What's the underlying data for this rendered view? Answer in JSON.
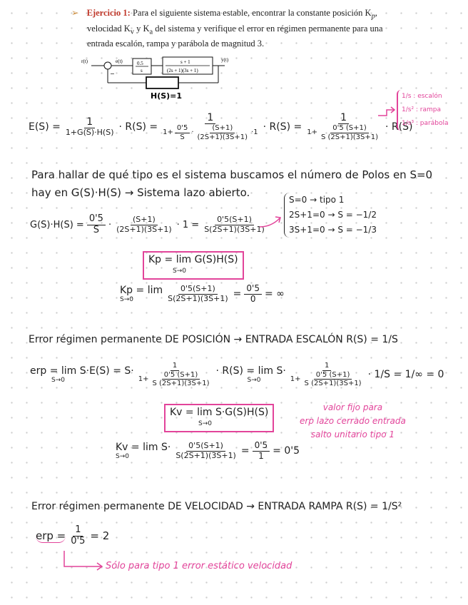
{
  "exercise": {
    "arrow": "➢",
    "label": "Ejercicio 1:",
    "line1": "Para el siguiente sistema estable, encontrar la constante posición K",
    "line1_sub": "p",
    "line1_end": ",",
    "line2_a": "velocidad K",
    "line2_sub_v": "v",
    "line2_b": " y K",
    "line2_sub_a": "a",
    "line2_c": " del sistema y verifique el error en régimen permanente para una",
    "line3": "entrada escalón, rampa y parábola de magnitud 3."
  },
  "diagram": {
    "input": "r(t)",
    "error": "e(t)",
    "output": "y(t)",
    "block1_num": "0.5",
    "block1_den": "s",
    "block2_num": "s + 1",
    "block2_den": "(2s + 1)(3s + 1)",
    "sum_sign": "−",
    "feedback_label": "H(S)=1"
  },
  "es_line": {
    "lhs": "E(S) =",
    "f1_num": "1",
    "f1_den": "1+G(S)·H(S)",
    "mid": "· R(S) =",
    "f2_num": "1",
    "f2_den_a": "1+",
    "f2_den_f_num": "0'5",
    "f2_den_f_den": "S",
    "f2_den_dot": "·",
    "f2_den_g_num": "(S+1)",
    "f2_den_g_den": "(2S+1)(3S+1)",
    "f2_den_end": "·1",
    "mid2": "· R(S) =",
    "f3_num": "1",
    "f3_den_a": "1+",
    "f3_den_f_num": "0'5 (S+1)",
    "f3_den_f_den": "S (2S+1)(3S+1)",
    "end": "· R(S)",
    "note_step": "1/s : escalón",
    "note_ramp": "1/s² : rampa",
    "note_parab": "1/s³ : parábola"
  },
  "type_text": {
    "line1": "Para hallar de qué tipo es el sistema buscamos el número de Polos en S=0",
    "line2": "hay en G(S)·H(S) → Sistema lazo abierto."
  },
  "gh_line": {
    "lhs": "G(S)·H(S) =",
    "a_num": "0'5",
    "a_den": "S",
    "b_num": "(S+1)",
    "b_den": "(2S+1)(3S+1)",
    "mid": "· 1 =",
    "c_num": "0'5(S+1)",
    "c_den": "S(2S+1)(3S+1)",
    "poles": [
      "S=0 → tipo 1",
      "2S+1=0 → S = −1/2",
      "3S+1=0 → S = −1/3"
    ]
  },
  "kp_def": "Kp = lim G(S)H(S)",
  "kp_def_sub": "S→0",
  "kp_calc": {
    "lhs": "Kp = lim",
    "sub": "S→0",
    "num": "0'5(S+1)",
    "den": "S(2S+1)(3S+1)",
    "eq": "=",
    "r_num": "0'5",
    "r_den": "0",
    "result": "= ∞"
  },
  "pos_heading": "Error régimen permanente DE POSICIÓN → ENTRADA ESCALÓN  R(S) = 1/S",
  "erp_pos": {
    "lhs": "erp = lim S·E(S) = S·",
    "sub": "S→0",
    "f_num": "1",
    "f_den_a": "1+",
    "f_den_num": "0'5 (S+1)",
    "f_den_den": "S (2S+1)(3S+1)",
    "mid": "· R(S) = lim S·",
    "sub2": "S→0",
    "g_num": "1",
    "g_den_num": "0'5 (S+1)",
    "g_den_den": "S (2S+1)(3S+1)",
    "tail": "· 1/S = 1/∞ = 0"
  },
  "kv_def": "Kv = lim S·G(S)H(S)",
  "kv_def_sub": "S→0",
  "kv_note": [
    "valor fijo para",
    "erp lazo cerrado entrada",
    "salto unitario tipo 1"
  ],
  "kv_calc": {
    "lhs": "Kv = lim S·",
    "sub": "S→0",
    "num": "0'5(S+1)",
    "den": "S(2S+1)(3S+1)",
    "eq": "=",
    "r_num": "0'5",
    "r_den": "1",
    "result": "= 0'5"
  },
  "vel_heading": "Error régimen permanente DE VELOCIDAD → ENTRADA RAMPA  R(S) = 1/S²",
  "erp_vel": {
    "lhs": "erp =",
    "num": "1",
    "den": "0'5",
    "result": "= 2"
  },
  "vel_note": "Sólo para tipo 1 error estático velocidad"
}
